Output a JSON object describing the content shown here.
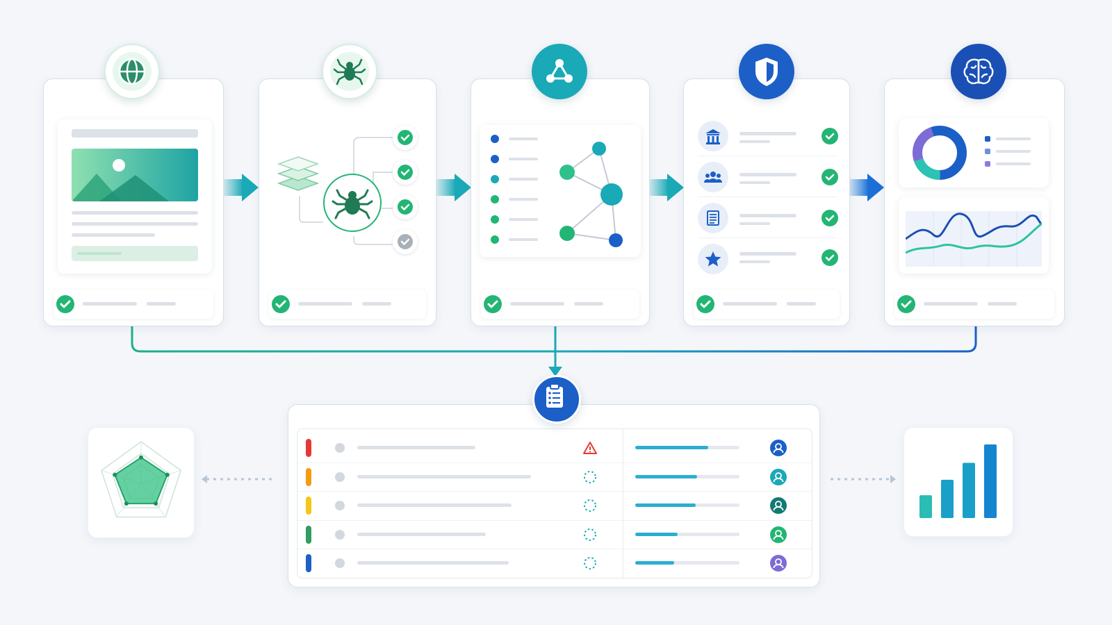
{
  "colors": {
    "green": "#23b574",
    "teal": "#1aa9b7",
    "blue": "#1c5fc7",
    "navy": "#1a4fb5",
    "line_gray": "#dde1e8",
    "card_border": "#d4e2e6",
    "red": "#e53935",
    "orange": "#f39c12",
    "yellow": "#f5c518",
    "dark_green": "#2e9e63",
    "purple": "#7d6bd6"
  },
  "stages": [
    {
      "id": "web",
      "icon": "globe-icon",
      "status": "complete"
    },
    {
      "id": "crawler",
      "icon": "spider-icon",
      "status": "complete"
    },
    {
      "id": "graph",
      "icon": "network-icon",
      "status": "complete"
    },
    {
      "id": "verify",
      "icon": "shield-icon",
      "status": "complete"
    },
    {
      "id": "analyze",
      "icon": "brain-icon",
      "status": "complete"
    }
  ],
  "crawler_checks": [
    "complete",
    "complete",
    "complete",
    "pending"
  ],
  "verify_rows": [
    {
      "icon": "bank-icon",
      "status": "complete"
    },
    {
      "icon": "users-icon",
      "status": "complete"
    },
    {
      "icon": "document-icon",
      "status": "complete"
    },
    {
      "icon": "star-icon",
      "status": "complete"
    }
  ],
  "report": {
    "icon": "clipboard-icon",
    "rows": [
      {
        "priority_color": "#e53935",
        "status_icon": "warning-icon",
        "progress": 0.7,
        "avatar_color": "#1c5fc7"
      },
      {
        "priority_color": "#f39c12",
        "status_icon": "loading-icon",
        "progress": 0.59,
        "avatar_color": "#1aa9b7"
      },
      {
        "priority_color": "#f5c518",
        "status_icon": "loading-icon",
        "progress": 0.58,
        "avatar_color": "#147a73"
      },
      {
        "priority_color": "#2e9e63",
        "status_icon": "loading-icon",
        "progress": 0.41,
        "avatar_color": "#23b574"
      },
      {
        "priority_color": "#1c5fc7",
        "status_icon": "loading-icon",
        "progress": 0.37,
        "avatar_color": "#7d6bd6"
      }
    ]
  },
  "radar": {
    "axes": 5,
    "values": [
      0.62,
      0.66,
      0.6,
      0.6,
      0.66
    ]
  },
  "bar_chart": {
    "type": "bar",
    "values": [
      0.31,
      0.52,
      0.75,
      1.0
    ],
    "colors": [
      "#2bbcb3",
      "#1a9fc8",
      "#1a9fc8",
      "#1585d0"
    ]
  }
}
